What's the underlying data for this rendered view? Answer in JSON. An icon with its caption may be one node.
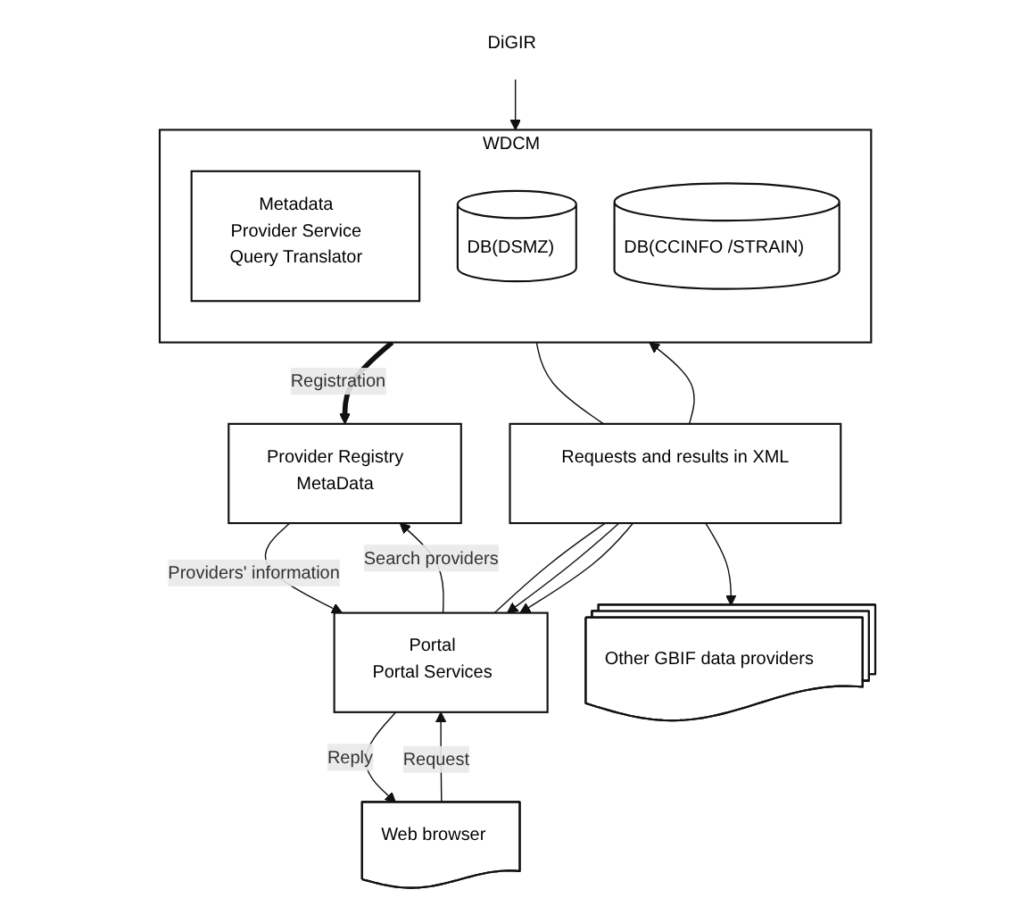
{
  "diagram": {
    "nodes": [
      {
        "text": [
          "Provider Registry",
          "MetaData"
        ]
      },
      {
        "text": [
          "Portal",
          "Portal Services"
        ]
      },
      {
        "text": [
          "Web browser"
        ]
      },
      {
        "text": [
          "WDCM"
        ]
      },
      {
        "text": [
          "Metadata",
          "Provider Service",
          "Query Translator"
        ],
        "in": 3
      },
      {
        "text": [
          "DB(DSMZ)"
        ],
        "in": 3
      },
      {
        "text": [
          "DB(CCINFO /STRAIN)"
        ],
        "in": 3
      },
      {
        "text": [
          "Requests and results in XML"
        ]
      },
      {
        "text": [
          "Other GBIF data providers"
        ]
      },
      {
        "text": [
          "DiGIR"
        ]
      }
    ],
    "edges": [
      {
        "from": 1,
        "to": 0,
        "arrow": "to",
        "label": "Search providers"
      },
      {
        "from": 0,
        "to": 1,
        "arrow": "to",
        "label": "Providers' information"
      },
      {
        "from": 2,
        "to": 1,
        "arrow": "to",
        "label": "Request"
      },
      {
        "from": 1,
        "to": 2,
        "arrow": "to",
        "label": "Reply"
      },
      {
        "from": 3,
        "to": 0,
        "arrow": "to",
        "label": "Registration",
        "style": "thick"
      },
      {
        "from": 7,
        "to": 1,
        "arrow": "none"
      },
      {
        "from": 7,
        "to": 1,
        "arrow": "to"
      },
      {
        "from": 7,
        "to": 1,
        "arrow": "to"
      },
      {
        "from": 7,
        "to": 3,
        "arrow": "to"
      },
      {
        "from": 3,
        "to": 7,
        "arrow": "none"
      },
      {
        "from": 7,
        "to": 8,
        "arrow": "to"
      },
      {
        "from": 9,
        "to": 3,
        "arrow": "to"
      }
    ]
  }
}
